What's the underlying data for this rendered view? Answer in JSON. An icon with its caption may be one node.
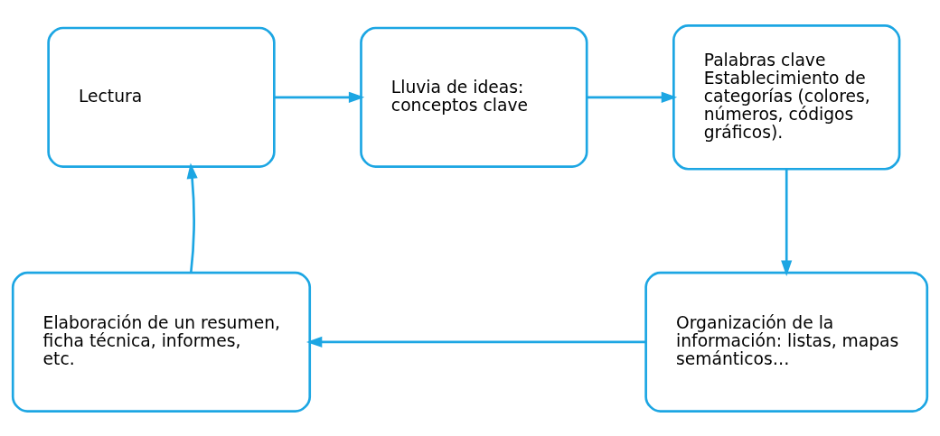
{
  "diagram": {
    "nodes": [
      {
        "text": [
          "Lectura"
        ]
      },
      {
        "text": [
          "Lluvia de ideas: conceptos clave"
        ]
      },
      {
        "text": [
          "Palabras clave",
          "Establecimiento de categorías (colores, números, códigos gráficos)."
        ]
      },
      {
        "text": [
          "Organización de la información: listas, mapas semánticos…"
        ]
      },
      {
        "text": [
          "Elaboración de un resumen, ficha técnica, informes, etc."
        ]
      }
    ],
    "edges": [
      {
        "from": 0,
        "to": 1,
        "arrow": "to"
      },
      {
        "from": 1,
        "to": 2,
        "arrow": "to"
      },
      {
        "from": 2,
        "to": 3,
        "arrow": "to"
      },
      {
        "from": 3,
        "to": 4,
        "arrow": "to"
      },
      {
        "from": 4,
        "to": 0,
        "arrow": "to"
      }
    ]
  }
}
